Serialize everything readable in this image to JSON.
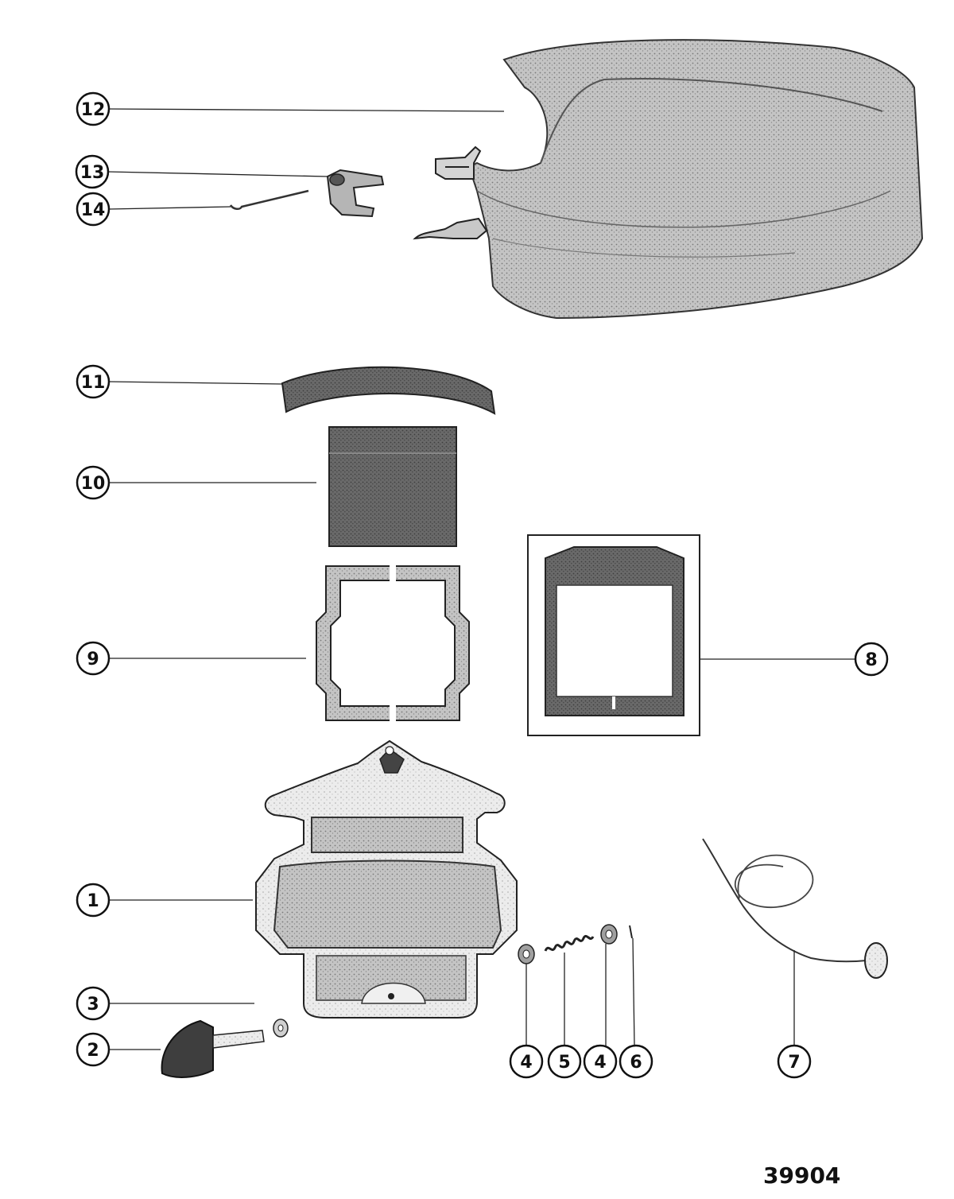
{
  "diagram": {
    "figure_number": "39904",
    "callouts": [
      {
        "id": "c1",
        "label": "1"
      },
      {
        "id": "c2",
        "label": "2"
      },
      {
        "id": "c3",
        "label": "3"
      },
      {
        "id": "c4a",
        "label": "4"
      },
      {
        "id": "c5",
        "label": "5"
      },
      {
        "id": "c4b",
        "label": "4"
      },
      {
        "id": "c6",
        "label": "6"
      },
      {
        "id": "c7",
        "label": "7"
      },
      {
        "id": "c8",
        "label": "8"
      },
      {
        "id": "c9",
        "label": "9"
      },
      {
        "id": "c10",
        "label": "10"
      },
      {
        "id": "c11",
        "label": "11"
      },
      {
        "id": "c12",
        "label": "12"
      },
      {
        "id": "c13",
        "label": "13"
      },
      {
        "id": "c14",
        "label": "14"
      }
    ]
  },
  "colors": {
    "ink": "#111111",
    "dark_fill": "#5a5a5a",
    "mid_fill": "#9a9a9a",
    "light_fill": "#d6d6d6"
  }
}
